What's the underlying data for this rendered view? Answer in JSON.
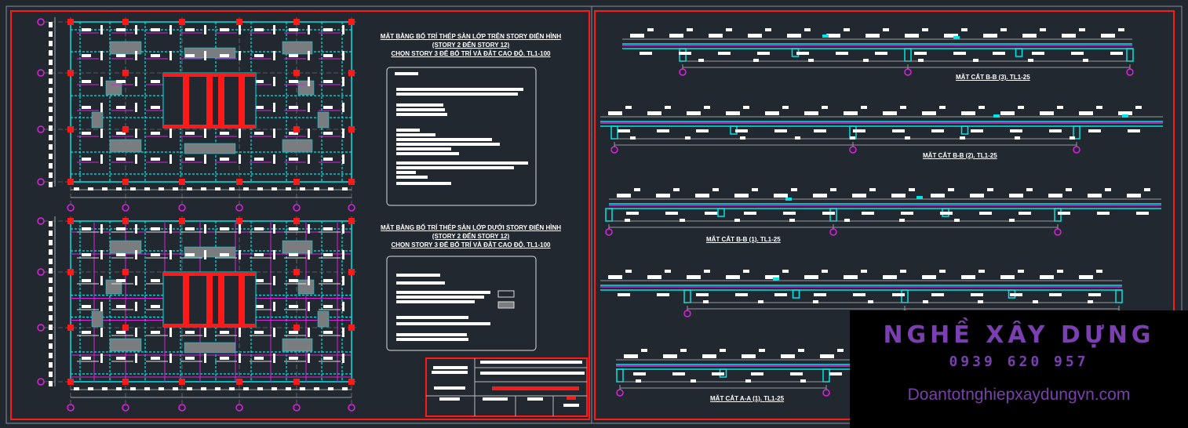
{
  "plans": {
    "upper": {
      "title_lines": [
        "MẶT BẰNG BỐ TRÍ THÉP SÀN LỚP TRÊN STORY ĐIỂN HÌNH",
        "(STORY 2 ĐẾN STORY 12)",
        "CHỌN STORY 3 ĐỂ BỐ TRÍ VÀ ĐẶT CAO ĐỘ. TL1-100"
      ]
    },
    "lower": {
      "title_lines": [
        "MẶT BẰNG BỐ TRÍ THÉP SÀN LỚP DƯỚI STORY ĐIỂN HÌNH",
        "(STORY 2 ĐẾN STORY 12)",
        "CHỌN STORY 3 ĐỂ BỐ TRÍ VÀ ĐẶT CAO ĐỘ. TL1-100"
      ]
    }
  },
  "sections": [
    {
      "label": "MẶT CẮT B-B (3). TL1-25"
    },
    {
      "label": "MẶT CẮT B-B (2). TL1-25"
    },
    {
      "label": "MẶT CẮT B-B (1). TL1-25"
    },
    {
      "label": ""
    },
    {
      "label": "MẶT CẮT A-A (1). TL1-25"
    }
  ],
  "watermark": {
    "name": "NGHỀ XÂY DỰNG",
    "phone": "0939 620 957",
    "site": "Doantotnghiepxaydungvn.com"
  },
  "colors": {
    "background": "#212830",
    "frame": "#ff1a1a",
    "slab": "#00e5e5",
    "rebar": "#e020e0",
    "text": "#ffffff",
    "watermark": "#7a3fb0"
  }
}
